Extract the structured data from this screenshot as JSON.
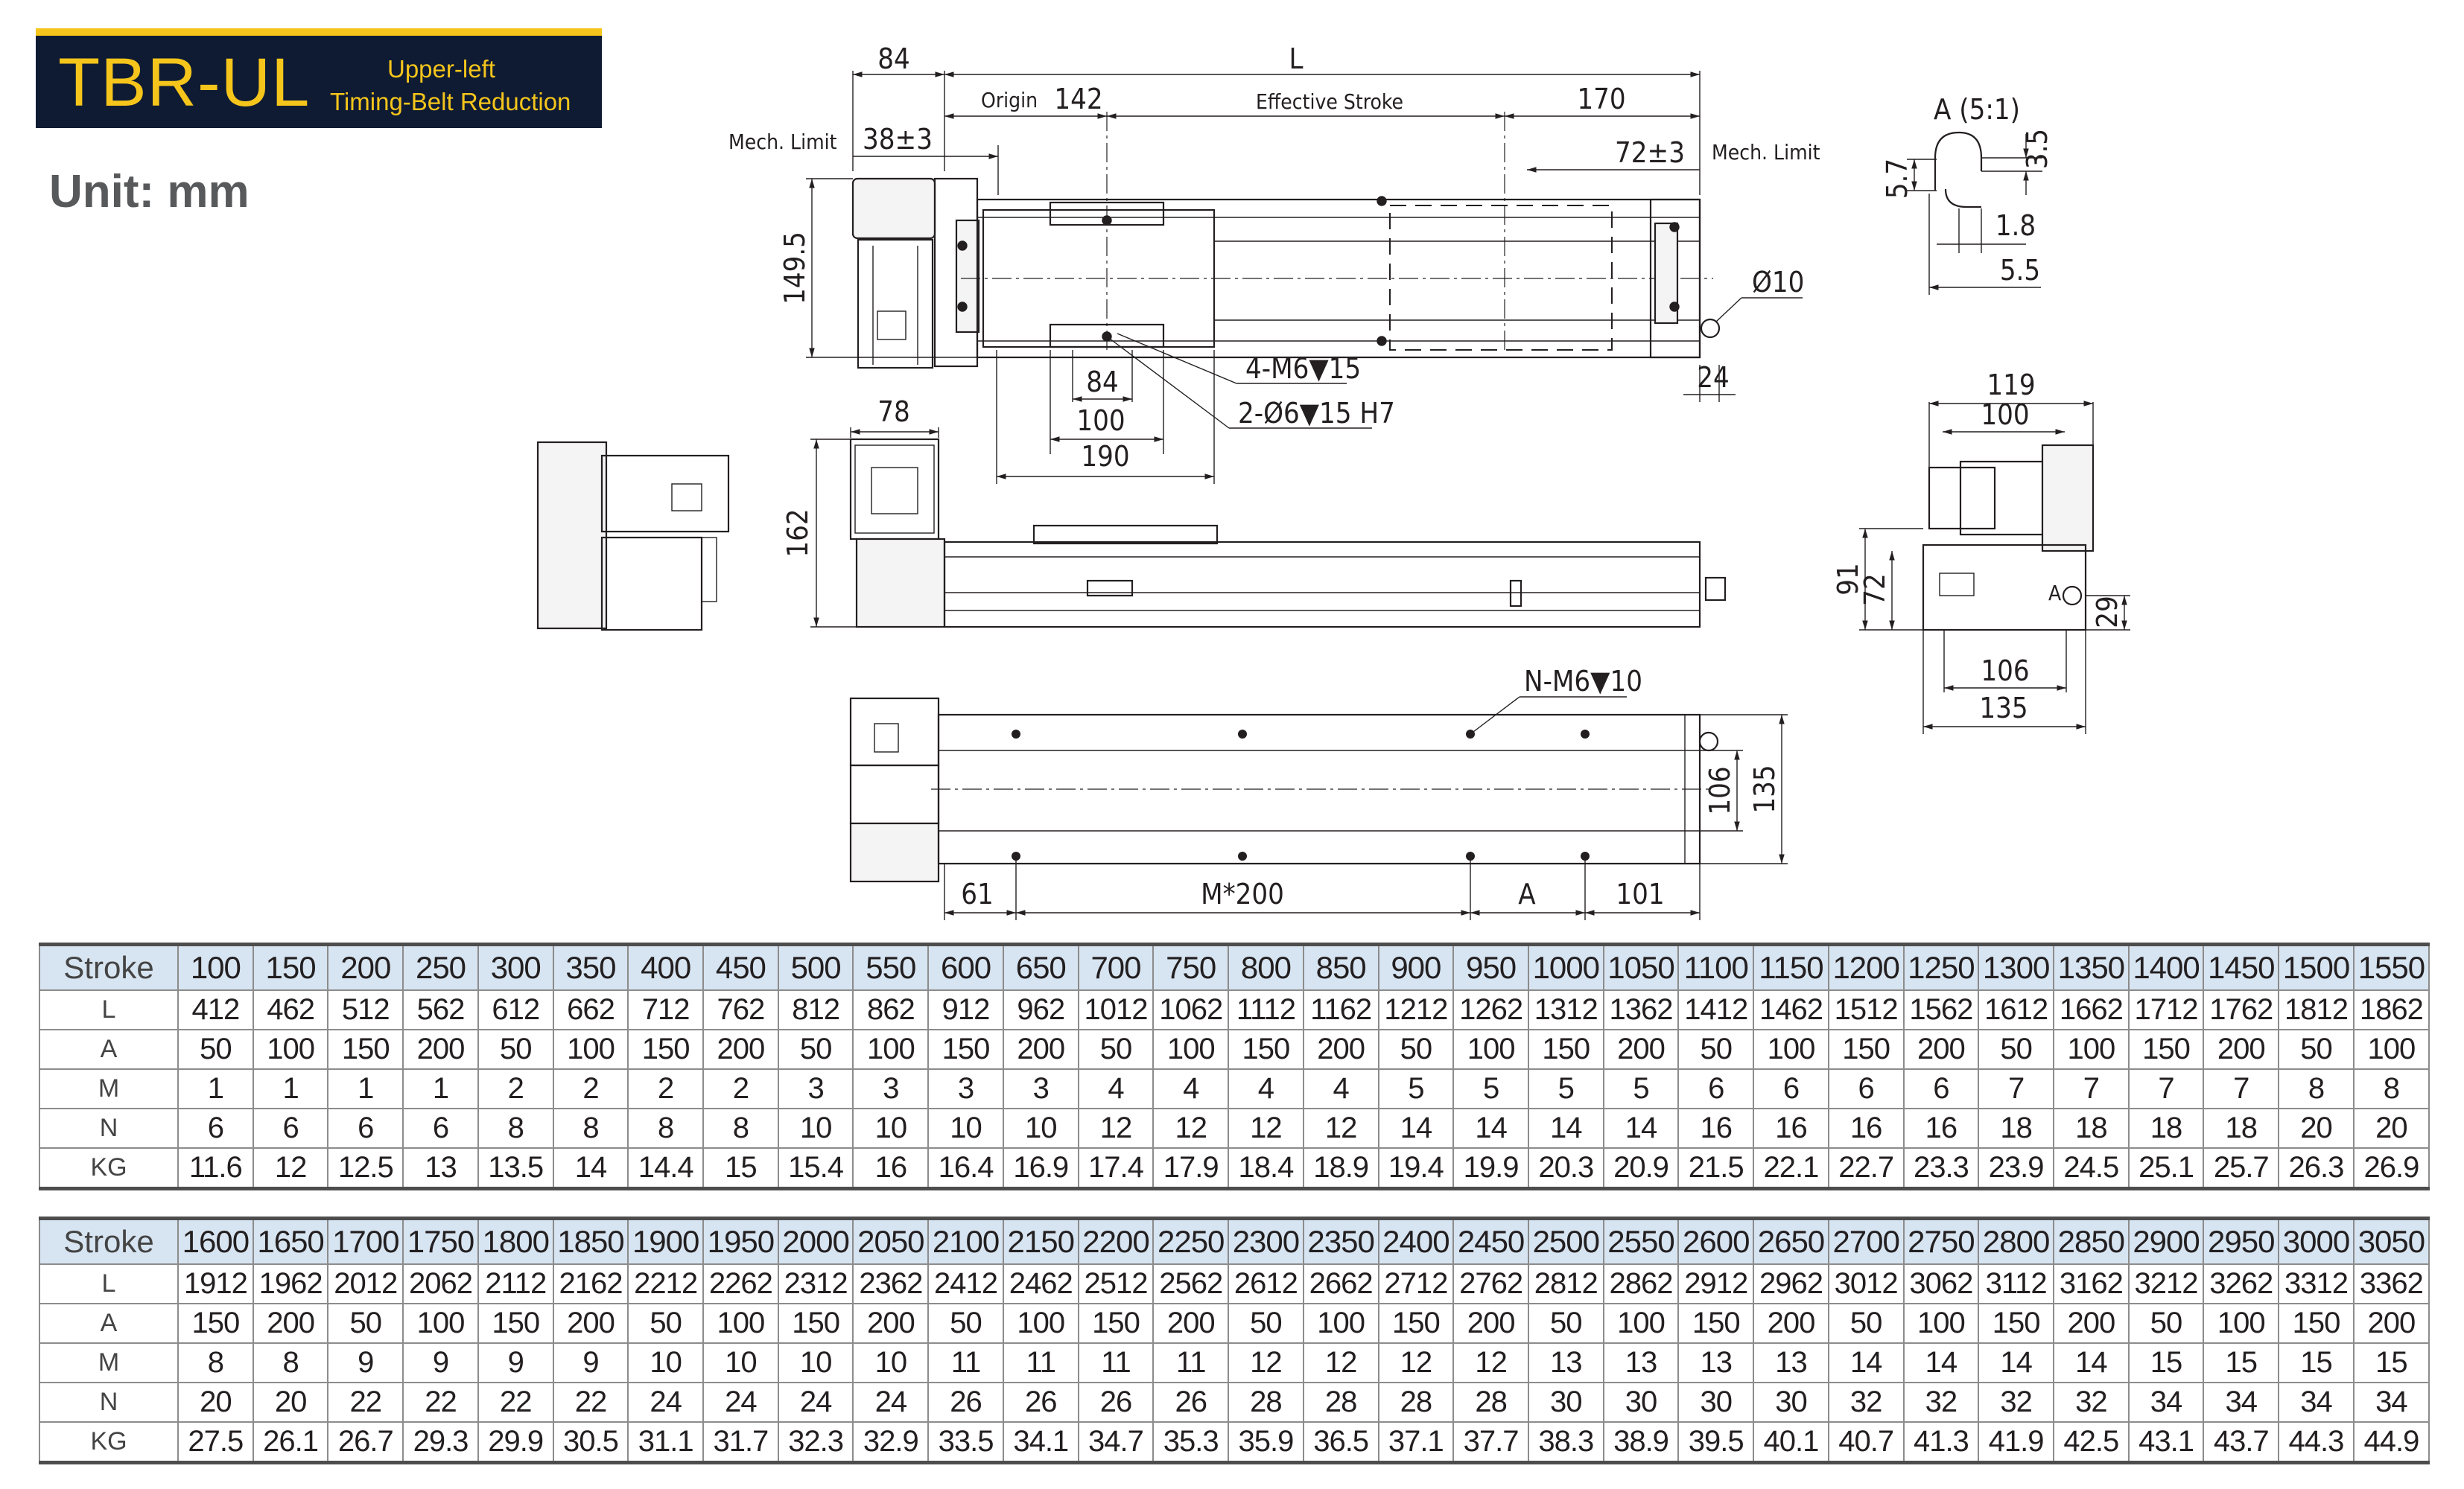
{
  "header": {
    "model": "TBR-UL",
    "subtitle_line1": "Upper-left",
    "subtitle_line2": "Timing-Belt Reduction",
    "unit": "Unit: mm",
    "accent_color": "#f5c51b",
    "badge_color": "#0f1b33"
  },
  "drawing_labels": {
    "dim_84_top": "84",
    "dim_L": "L",
    "origin": "Origin",
    "dim_142": "142",
    "effective_stroke": "Effective Stroke",
    "dim_170": "170",
    "mech_limit_left": "Mech. Limit",
    "dim_38": "38±3",
    "dim_72": "72±3",
    "mech_limit_right": "Mech. Limit",
    "dim_149": "149.5",
    "dim_d10": "Ø10",
    "dim_24": "24",
    "dim_84_carriage": "84",
    "dim_100_carriage": "100",
    "dim_190": "190",
    "callout_m6": "4-M6▼15",
    "callout_d6": "2-Ø6▼15 H7",
    "dim_78": "78",
    "dim_162": "162",
    "callout_nm6": "N-M6▼10",
    "dim_106_side": "106",
    "dim_135_side": "135",
    "dim_61": "61",
    "dim_M200": "M*200",
    "dim_A": "A",
    "dim_101": "101",
    "detail_A": "A (5:1)",
    "dim_5_7": "5.7",
    "dim_3_5": "3.5",
    "dim_1_8": "1.8",
    "dim_5_5": "5.5",
    "dim_119": "119",
    "dim_100_end": "100",
    "dim_91": "91",
    "dim_72_end": "72",
    "dim_29": "29",
    "dim_106_end": "106",
    "dim_135_end": "135",
    "section_A": "A"
  },
  "tables": [
    {
      "row_labels": [
        "Stroke",
        "L",
        "A",
        "M",
        "N",
        "KG"
      ],
      "stroke": [
        "100",
        "150",
        "200",
        "250",
        "300",
        "350",
        "400",
        "450",
        "500",
        "550",
        "600",
        "650",
        "700",
        "750",
        "800",
        "850",
        "900",
        "950",
        "1000",
        "1050",
        "1100",
        "1150",
        "1200",
        "1250",
        "1300",
        "1350",
        "1400",
        "1450",
        "1500",
        "1550"
      ],
      "L": [
        "412",
        "462",
        "512",
        "562",
        "612",
        "662",
        "712",
        "762",
        "812",
        "862",
        "912",
        "962",
        "1012",
        "1062",
        "1112",
        "1162",
        "1212",
        "1262",
        "1312",
        "1362",
        "1412",
        "1462",
        "1512",
        "1562",
        "1612",
        "1662",
        "1712",
        "1762",
        "1812",
        "1862"
      ],
      "A": [
        "50",
        "100",
        "150",
        "200",
        "50",
        "100",
        "150",
        "200",
        "50",
        "100",
        "150",
        "200",
        "50",
        "100",
        "150",
        "200",
        "50",
        "100",
        "150",
        "200",
        "50",
        "100",
        "150",
        "200",
        "50",
        "100",
        "150",
        "200",
        "50",
        "100"
      ],
      "M": [
        "1",
        "1",
        "1",
        "1",
        "2",
        "2",
        "2",
        "2",
        "3",
        "3",
        "3",
        "3",
        "4",
        "4",
        "4",
        "4",
        "5",
        "5",
        "5",
        "5",
        "6",
        "6",
        "6",
        "6",
        "7",
        "7",
        "7",
        "7",
        "8",
        "8"
      ],
      "N": [
        "6",
        "6",
        "6",
        "6",
        "8",
        "8",
        "8",
        "8",
        "10",
        "10",
        "10",
        "10",
        "12",
        "12",
        "12",
        "12",
        "14",
        "14",
        "14",
        "14",
        "16",
        "16",
        "16",
        "16",
        "18",
        "18",
        "18",
        "18",
        "20",
        "20"
      ],
      "KG": [
        "11.6",
        "12",
        "12.5",
        "13",
        "13.5",
        "14",
        "14.4",
        "15",
        "15.4",
        "16",
        "16.4",
        "16.9",
        "17.4",
        "17.9",
        "18.4",
        "18.9",
        "19.4",
        "19.9",
        "20.3",
        "20.9",
        "21.5",
        "22.1",
        "22.7",
        "23.3",
        "23.9",
        "24.5",
        "25.1",
        "25.7",
        "26.3",
        "26.9"
      ]
    },
    {
      "row_labels": [
        "Stroke",
        "L",
        "A",
        "M",
        "N",
        "KG"
      ],
      "stroke": [
        "1600",
        "1650",
        "1700",
        "1750",
        "1800",
        "1850",
        "1900",
        "1950",
        "2000",
        "2050",
        "2100",
        "2150",
        "2200",
        "2250",
        "2300",
        "2350",
        "2400",
        "2450",
        "2500",
        "2550",
        "2600",
        "2650",
        "2700",
        "2750",
        "2800",
        "2850",
        "2900",
        "2950",
        "3000",
        "3050"
      ],
      "L": [
        "1912",
        "1962",
        "2012",
        "2062",
        "2112",
        "2162",
        "2212",
        "2262",
        "2312",
        "2362",
        "2412",
        "2462",
        "2512",
        "2562",
        "2612",
        "2662",
        "2712",
        "2762",
        "2812",
        "2862",
        "2912",
        "2962",
        "3012",
        "3062",
        "3112",
        "3162",
        "3212",
        "3262",
        "3312",
        "3362"
      ],
      "A": [
        "150",
        "200",
        "50",
        "100",
        "150",
        "200",
        "50",
        "100",
        "150",
        "200",
        "50",
        "100",
        "150",
        "200",
        "50",
        "100",
        "150",
        "200",
        "50",
        "100",
        "150",
        "200",
        "50",
        "100",
        "150",
        "200",
        "50",
        "100",
        "150",
        "200"
      ],
      "M": [
        "8",
        "8",
        "9",
        "9",
        "9",
        "9",
        "10",
        "10",
        "10",
        "10",
        "11",
        "11",
        "11",
        "11",
        "12",
        "12",
        "12",
        "12",
        "13",
        "13",
        "13",
        "13",
        "14",
        "14",
        "14",
        "14",
        "15",
        "15",
        "15",
        "15"
      ],
      "N": [
        "20",
        "20",
        "22",
        "22",
        "22",
        "22",
        "24",
        "24",
        "24",
        "24",
        "26",
        "26",
        "26",
        "26",
        "28",
        "28",
        "28",
        "28",
        "30",
        "30",
        "30",
        "30",
        "32",
        "32",
        "32",
        "32",
        "34",
        "34",
        "34",
        "34"
      ],
      "KG": [
        "27.5",
        "26.1",
        "26.7",
        "29.3",
        "29.9",
        "30.5",
        "31.1",
        "31.7",
        "32.3",
        "32.9",
        "33.5",
        "34.1",
        "34.7",
        "35.3",
        "35.9",
        "36.5",
        "37.1",
        "37.7",
        "38.3",
        "38.9",
        "39.5",
        "40.1",
        "40.7",
        "41.3",
        "41.9",
        "42.5",
        "43.1",
        "43.7",
        "44.3",
        "44.9"
      ]
    }
  ]
}
